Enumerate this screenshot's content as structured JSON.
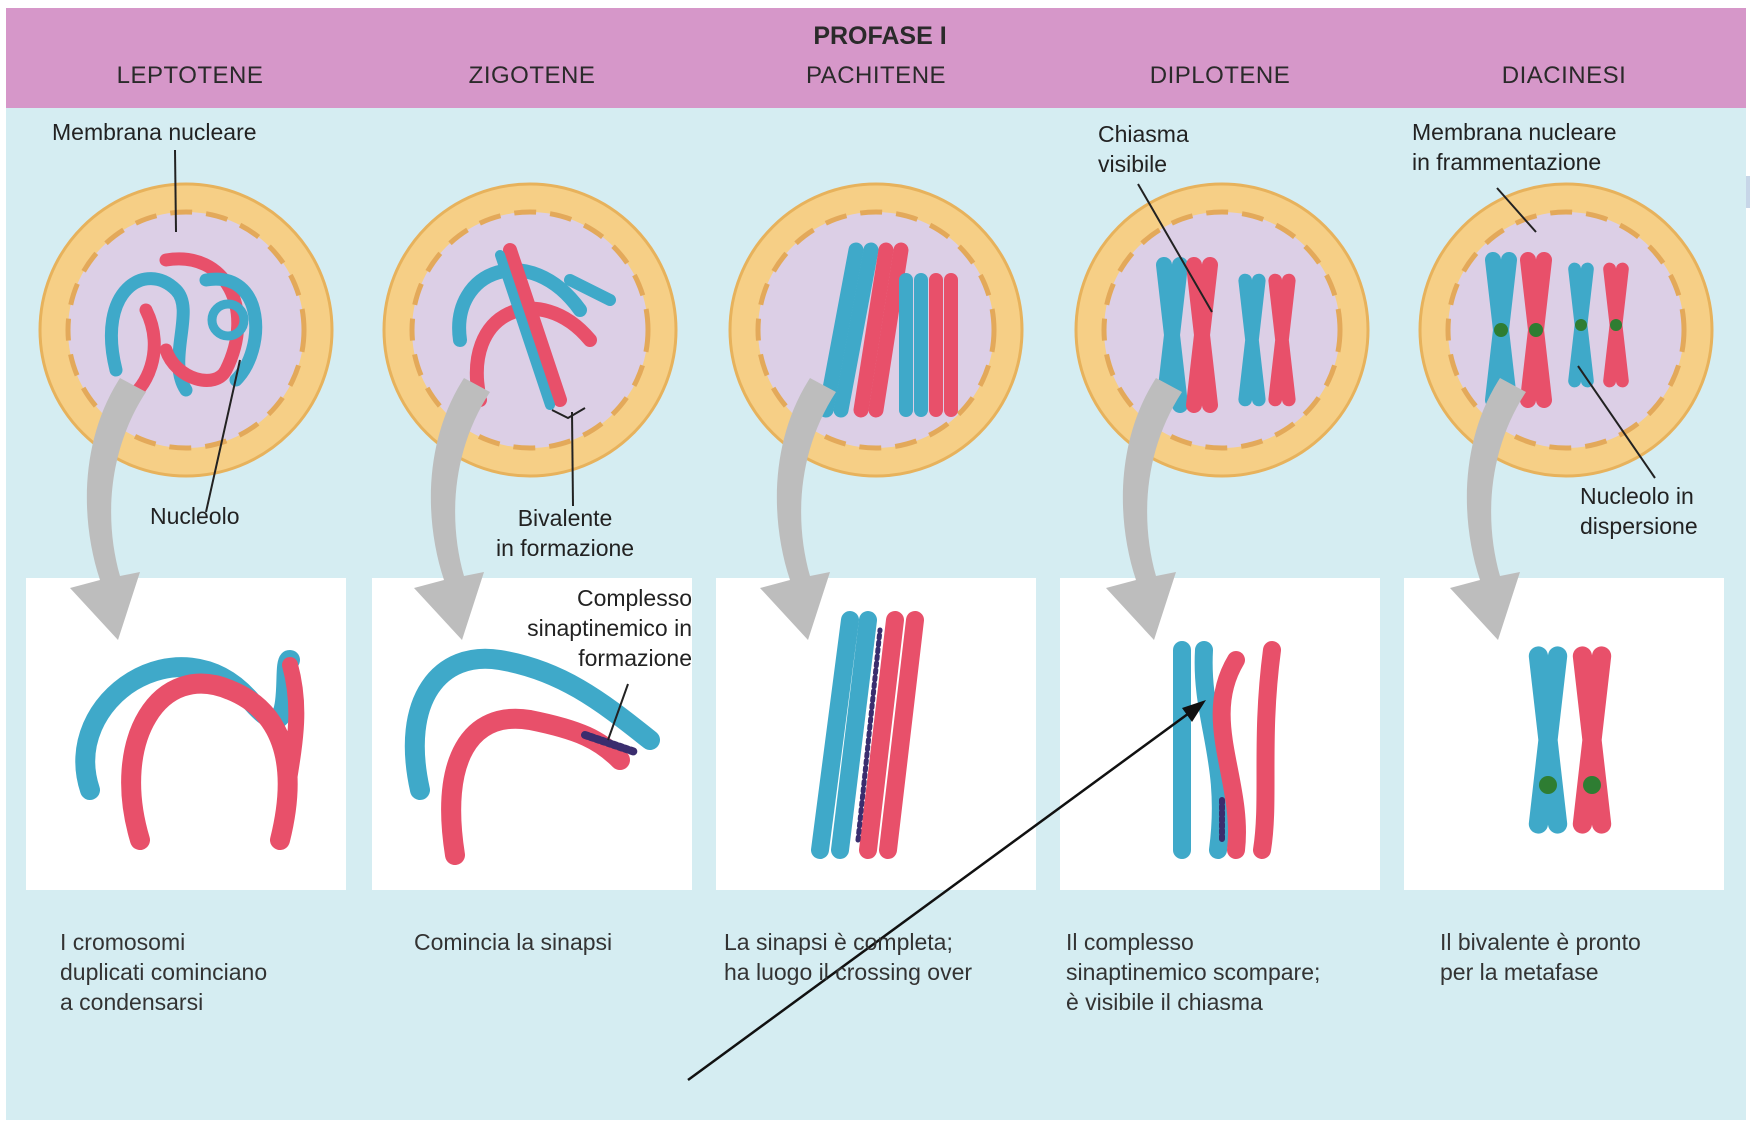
{
  "header": {
    "title": "PROFASE I",
    "stages": [
      "LEPTOTENE",
      "ZIGOTENE",
      "PACHITENE",
      "DIPLOTENE",
      "DIACINESI"
    ]
  },
  "labels": {
    "membrana_nucleare": "Membrana nucleare",
    "nucleolo": "Nucleolo",
    "bivalente": "Bivalente\nin formazione",
    "complesso": "Complesso\nsinaptinemico in\nformazione",
    "chiasma": "Chiasma\nvisibile",
    "membrana_frammentazione": "Membrana nucleare\nin frammentazione",
    "nucleolo_dispersione": "Nucleolo in\ndispersione"
  },
  "captions": [
    "I cromosomi\nduplicati cominciano\na condensarsi",
    "Comincia la sinapsi",
    "La sinapsi è completa;\nha luogo il crossing over",
    "Il complesso\nsinaptinemico scompare;\nè visibile il chiasma",
    "Il bivalente è pronto\nper la metafase"
  ],
  "colors": {
    "header": "#d697c9",
    "background": "#d5edf2",
    "blue_chromosome": "#3fa9c9",
    "red_chromosome": "#e8506a",
    "cell_ring": "#f6cf86",
    "nucleus": "#dccfe6",
    "arrow": "#bdbdbd",
    "centromere": "#2e7d32"
  }
}
